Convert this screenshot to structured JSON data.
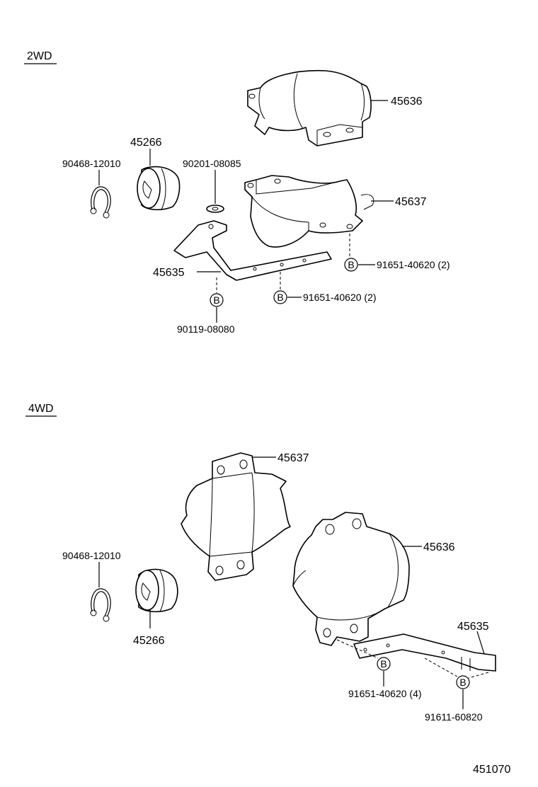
{
  "sections": {
    "two_wd": "2WD",
    "four_wd": "4WD"
  },
  "bolt_symbol": "B",
  "labels_2wd": {
    "upper_cover": "45636",
    "clamp": "90468-12010",
    "bushing": "45266",
    "washer": "90201-08085",
    "lower_cover": "45637",
    "bracket": "45635",
    "bolt_right": "91651-40620 (2)",
    "bolt_mid": "91651-40620 (2)",
    "bolt_left": "90119-08080"
  },
  "labels_4wd": {
    "upper_cover": "45637",
    "lower_cover": "45636",
    "clamp": "90468-12010",
    "bushing": "45266",
    "bracket": "45635",
    "bolt_cover": "91651-40620 (4)",
    "bolt_bracket": "91611-60820"
  },
  "diagram_id": "451070"
}
